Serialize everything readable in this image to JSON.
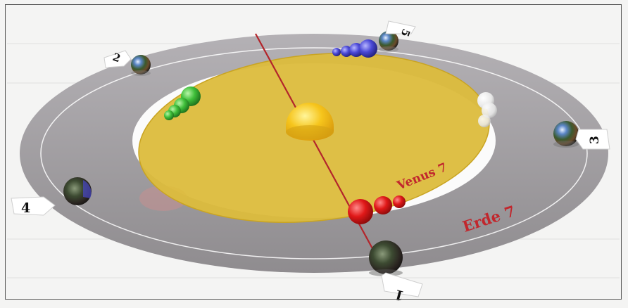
{
  "labels": {
    "venus": "Venus 7",
    "erde": "Erde 7"
  },
  "markers": [
    "1",
    "2",
    "3",
    "4",
    "5"
  ],
  "colors": {
    "venus_label": "#c1272d",
    "erde_label": "#c1272d",
    "orbit_ring": "#a3a1a3",
    "venus_disc": "#e3c030",
    "sun": "#f4c21a",
    "axis": "#b3252b"
  },
  "icons": [
    "earth-icon",
    "sun-icon"
  ]
}
